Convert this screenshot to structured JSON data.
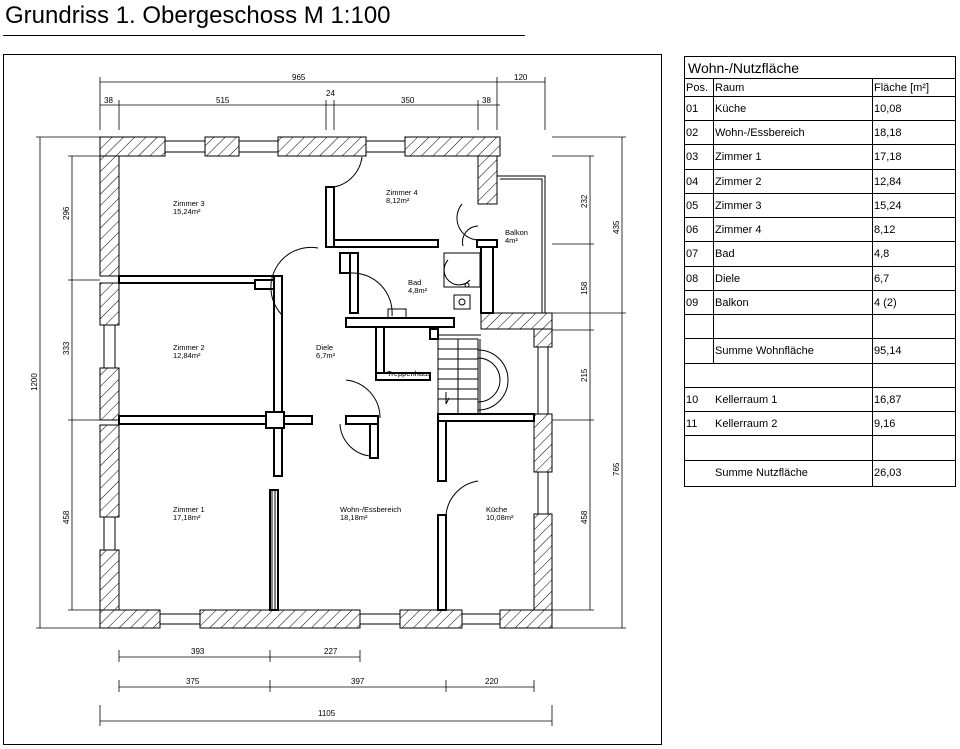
{
  "title": "Grundriss 1. Obergeschoss  M 1:100",
  "table": {
    "title": "Wohn-/Nutzfläche",
    "header": {
      "pos": "Pos.",
      "room": "Raum",
      "area": "Fläche [m²]"
    },
    "rows": [
      {
        "pos": "01",
        "room": "Küche",
        "area": "10,08"
      },
      {
        "pos": "02",
        "room": "Wohn-/Essbereich",
        "area": "18,18"
      },
      {
        "pos": "03",
        "room": "Zimmer 1",
        "area": "17,18"
      },
      {
        "pos": "04",
        "room": "Zimmer 2",
        "area": "12,84"
      },
      {
        "pos": "05",
        "room": "Zimmer 3",
        "area": "15,24"
      },
      {
        "pos": "06",
        "room": "Zimmer 4",
        "area": "8,12"
      },
      {
        "pos": "07",
        "room": "Bad",
        "area": "4,8"
      },
      {
        "pos": "08",
        "room": "Diele",
        "area": "6,7"
      },
      {
        "pos": "09",
        "room": "Balkon",
        "area": "4 (2)"
      },
      {
        "pos": "",
        "room": "",
        "area": ""
      },
      {
        "pos": "",
        "room": "Summe Wohnfläche",
        "area": "95,14"
      },
      {
        "pos": "",
        "room": "",
        "area": ""
      },
      {
        "pos": "10",
        "room": "Kellerraum 1",
        "area": "16,87"
      },
      {
        "pos": "11",
        "room": "Kellerraum 2",
        "area": "9,16"
      },
      {
        "pos": "",
        "room": "",
        "area": ""
      },
      {
        "pos": "",
        "room": "Summe Nutzfläche",
        "area": "26,03"
      }
    ]
  },
  "rooms": {
    "zimmer3": {
      "name": "Zimmer 3",
      "area": "15,24m²"
    },
    "zimmer4": {
      "name": "Zimmer 4",
      "area": "8,12m²"
    },
    "balkon": {
      "name": "Balkon",
      "area": "4m²"
    },
    "bad": {
      "name": "Bad",
      "area": "4,8m²"
    },
    "zimmer2": {
      "name": "Zimmer 2",
      "area": "12,84m²"
    },
    "diele": {
      "name": "Diele",
      "area": "6,7m²"
    },
    "treppenhaus": {
      "name": "Treppenhaus"
    },
    "zimmer1": {
      "name": "Zimmer 1",
      "area": "17,18m²"
    },
    "wohnen": {
      "name": "Wohn-/Essbereich",
      "area": "18,18m²"
    },
    "kueche": {
      "name": "Küche",
      "area": "10,08m²"
    }
  },
  "dimensions": {
    "top_overall": "965",
    "top_balcony": "120",
    "top_wall_left": "38",
    "top_left": "515",
    "top_inner_wall": "24",
    "top_right": "350",
    "top_wall_right": "38",
    "left_upper": "296",
    "left_middle": "333",
    "left_lower": "458",
    "left_total": "1200",
    "right_upper": "232",
    "right_balcony": "158",
    "right_stair": "215",
    "right_lower": "458",
    "right_outer_upper": "435",
    "right_outer_lower": "765",
    "bottom_inner_left": "393",
    "bottom_inner_right": "227",
    "bottom_left": "375",
    "bottom_middle": "397",
    "bottom_right": "220",
    "bottom_total": "1105"
  }
}
